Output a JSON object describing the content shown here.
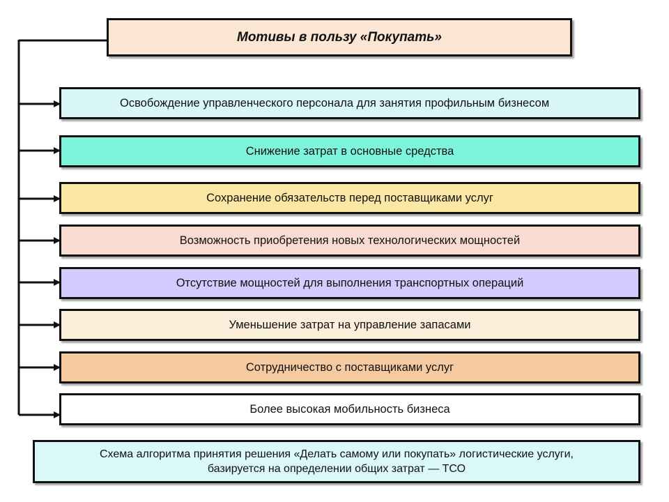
{
  "title": "Мотивы в пользу «Покупать»",
  "items": [
    {
      "label": "Освобождение управленческого персонала для занятия профильным бизнесом",
      "color": "#d9f7f9"
    },
    {
      "label": "Снижение затрат в основные средства",
      "color": "#7ff4dd"
    },
    {
      "label": "Сохранение обязательств перед поставщиками услуг",
      "color": "#fbe7a4"
    },
    {
      "label": "Возможность приобретения новых технологических мощностей",
      "color": "#fadbd1"
    },
    {
      "label": "Отсутствие мощностей для выполнения транспортных операций",
      "color": "#d2ccff"
    },
    {
      "label": "Уменьшение затрат на управление запасами",
      "color": "#fbeedb"
    },
    {
      "label": "Сотрудничество с поставщиками услуг",
      "color": "#f6caa0"
    },
    {
      "label": "Более высокая мобильность бизнеса",
      "color": "#ffffff"
    }
  ],
  "note": {
    "line1": "Схема алгоритма принятия решения «Делать самому или покупать» логистические услуги,",
    "line2": "базируется на определении общих затрат — ТСО",
    "color": "#daf7f9"
  },
  "title_color": "#fbe5d3"
}
